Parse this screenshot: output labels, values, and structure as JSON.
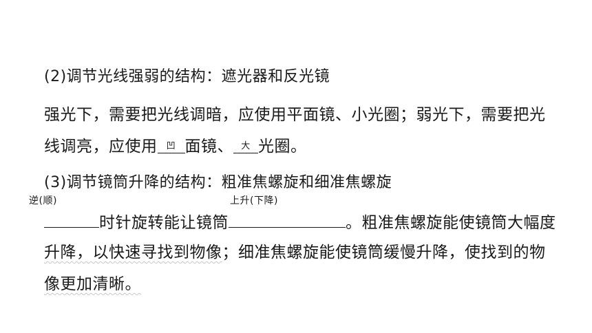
{
  "section2": {
    "heading": "(2)调节光线强弱的结构：遮光器和反光镜",
    "para_line1": "强光下，需要把光线调暗，应使用平面镜、小光圈；弱光下，需要把光",
    "para_line2_prefix": "线调亮，应使用",
    "blank1_answer": "凹",
    "para_line2_mid": "面镜、",
    "blank2_answer": "大",
    "para_line2_suffix": "光圈。"
  },
  "section3": {
    "heading": "(3)调节镜筒升降的结构：粗准焦螺旋和细准焦螺旋",
    "blank3_answer": "逆(顺)",
    "line1_text1": "时针旋转能让镜筒",
    "blank4_answer": "上升(下降)",
    "line1_text2": "。粗准焦螺旋能使镜筒大幅度",
    "line2_a": "升降，以快速寻找到物像",
    "line2_b": "；细准焦螺旋能使镜筒缓慢升降，使找到的物",
    "line3": "像更加清晰。"
  }
}
